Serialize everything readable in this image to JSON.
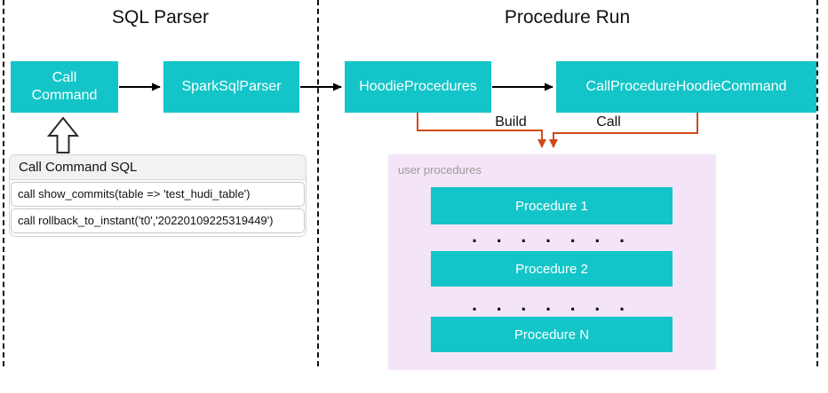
{
  "colors": {
    "teal": "#13c5c8",
    "orange": "#d0491c",
    "pink": "#f3e4f7",
    "gray-label": "#9c9c9c"
  },
  "sections": {
    "sql_parser": {
      "title": "SQL Parser",
      "nodes": {
        "call_command": "Call Command",
        "spark_sql_parser": "SparkSqlParser"
      },
      "sql_panel": {
        "title": "Call Command SQL",
        "statements": [
          "call show_commits(table => 'test_hudi_table')",
          "call rollback_to_instant('t0','20220109225319449')"
        ]
      }
    },
    "procedure_run": {
      "title": "Procedure Run",
      "nodes": {
        "hoodie_procedures": "HoodieProcedures",
        "call_procedure_hoodie_command": "CallProcedureHoodieCommand"
      },
      "edges": {
        "build_label": "Build",
        "call_label": "Call"
      },
      "user_procedures": {
        "label": "user procedures",
        "items": [
          "Procedure 1",
          "Procedure 2",
          "Procedure N"
        ],
        "ellipsis": ". . . . . . ."
      }
    }
  }
}
